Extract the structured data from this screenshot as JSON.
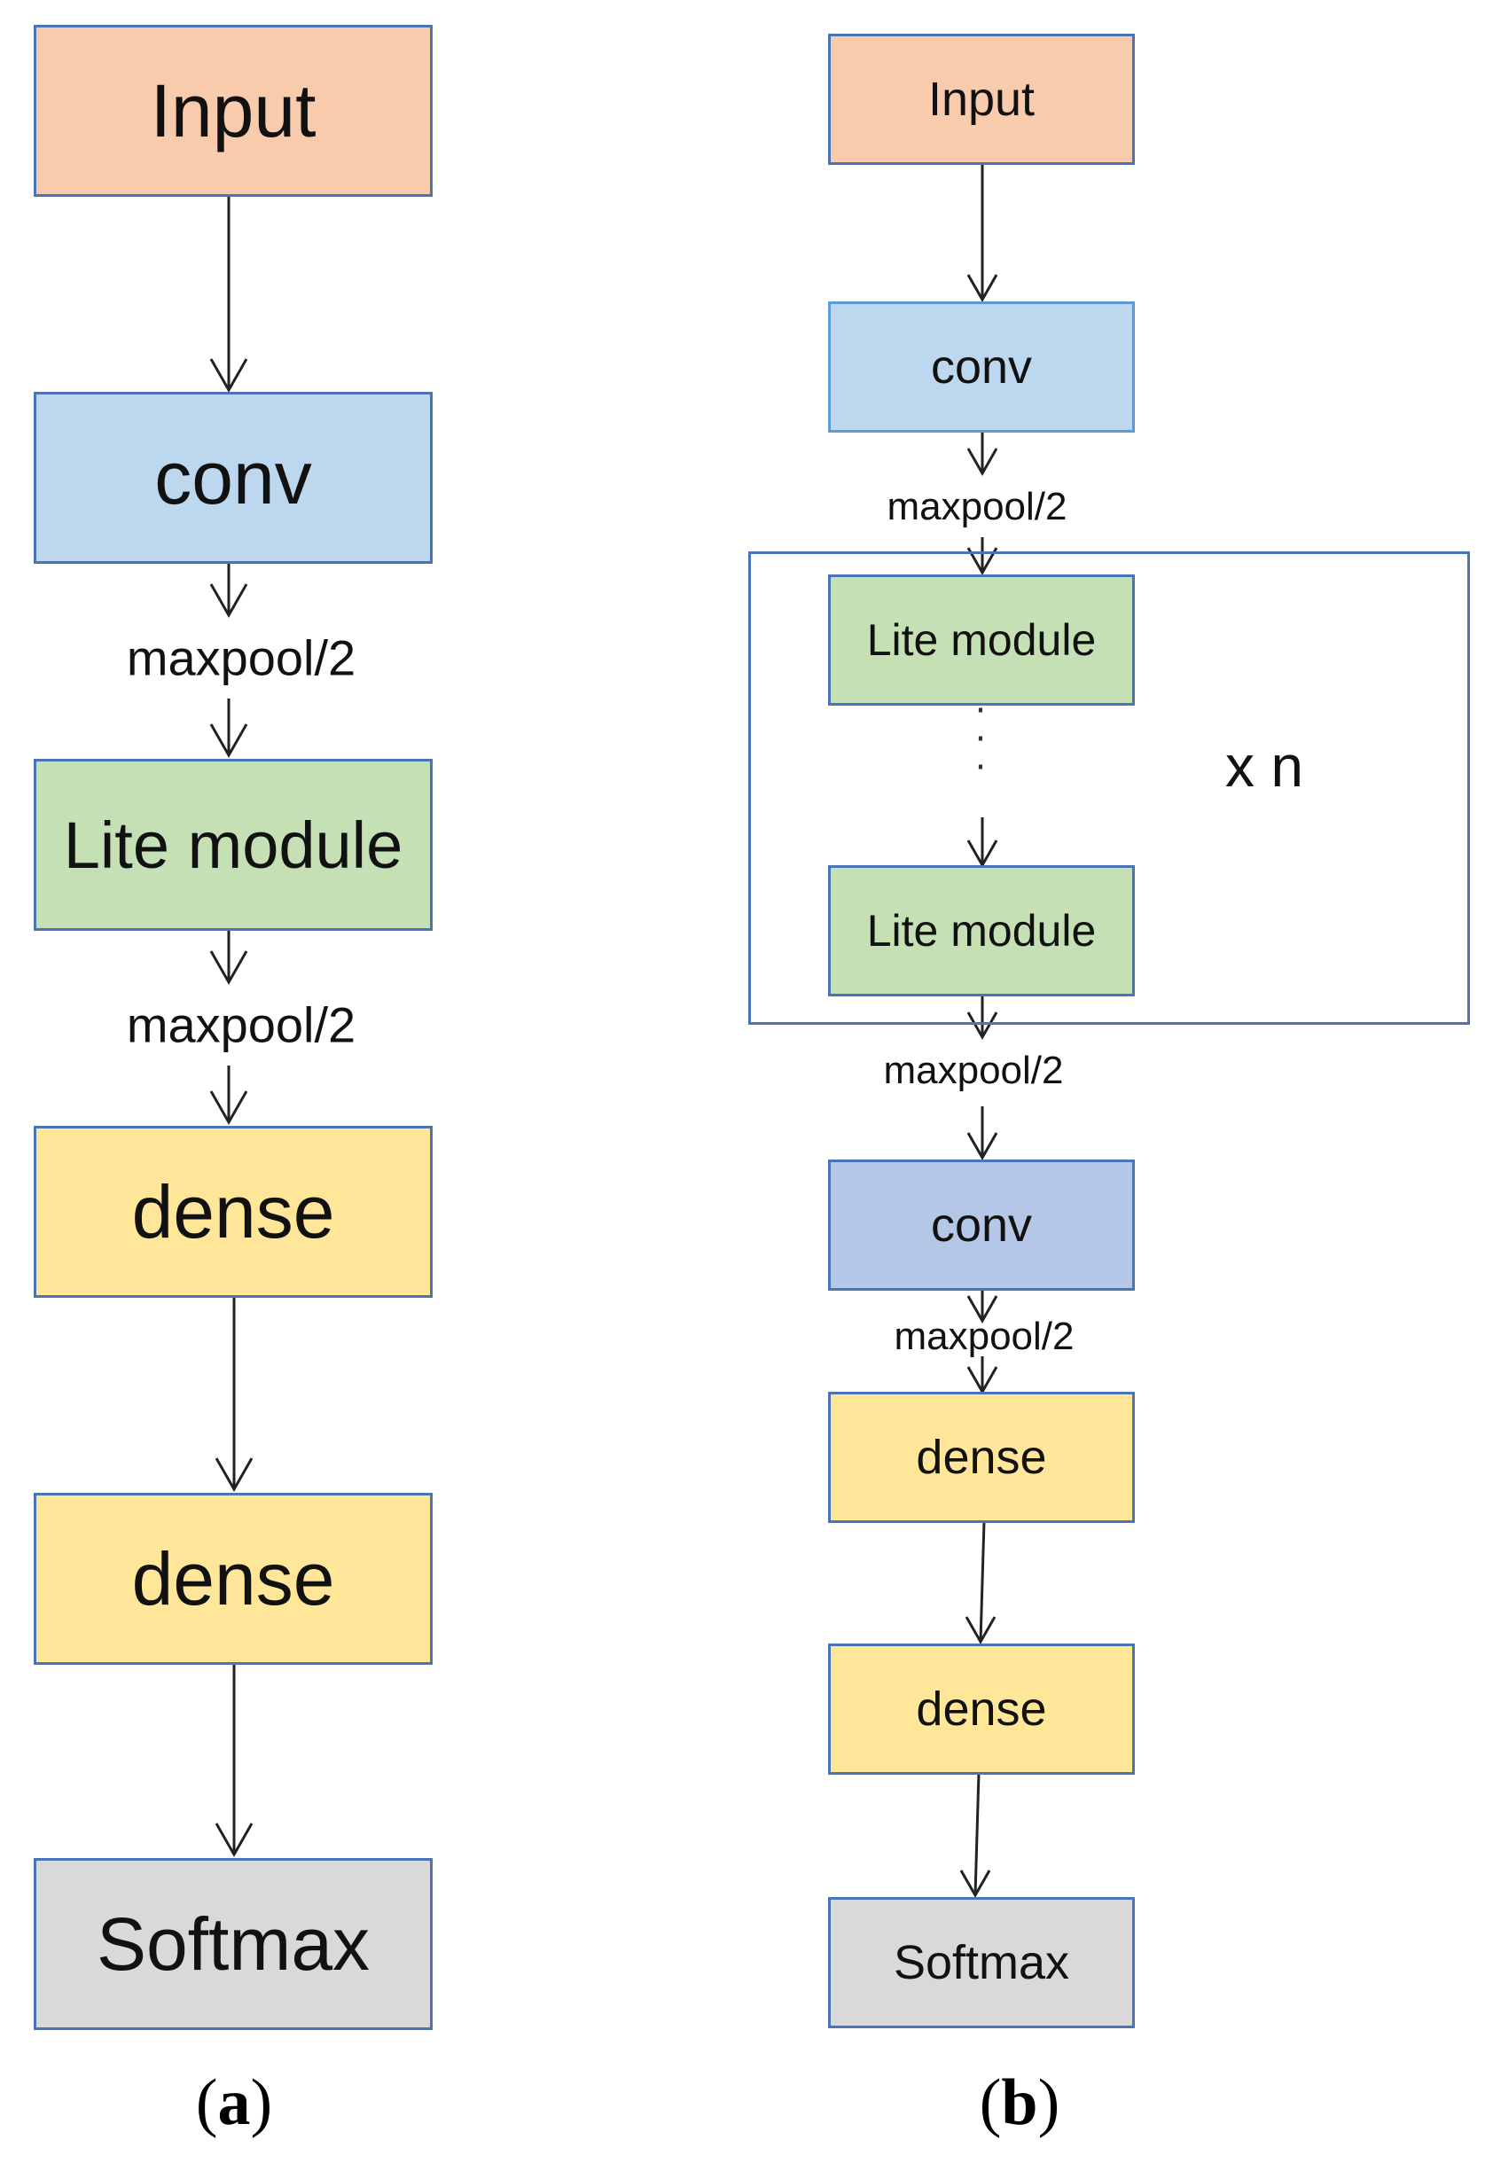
{
  "panel_a": {
    "input": "Input",
    "conv": "conv",
    "maxpool_1": "maxpool/2",
    "lite_module": "Lite module",
    "maxpool_2": "maxpool/2",
    "dense_1": "dense",
    "dense_2": "dense",
    "softmax": "Softmax",
    "caption_open": "(",
    "caption_letter": "a",
    "caption_close": ")"
  },
  "panel_b": {
    "input": "Input",
    "conv_1": "conv",
    "maxpool_1": "maxpool/2",
    "lite_module_1": "Lite module",
    "lite_module_2": "Lite module",
    "repeat_label": "x n",
    "maxpool_2": "maxpool/2",
    "conv_2": "conv",
    "maxpool_3": "maxpool/2",
    "dense_1": "dense",
    "dense_2": "dense",
    "softmax": "Softmax",
    "caption_open": "(",
    "caption_letter": "b",
    "caption_close": ")"
  },
  "colors": {
    "input": "#f8cbad",
    "conv": "#bdd7ee",
    "conv_dark": "#b4c7e7",
    "lite_module": "#c5e0b4",
    "dense": "#ffe699",
    "softmax": "#d9d9d9",
    "border": "#4a74b4"
  }
}
